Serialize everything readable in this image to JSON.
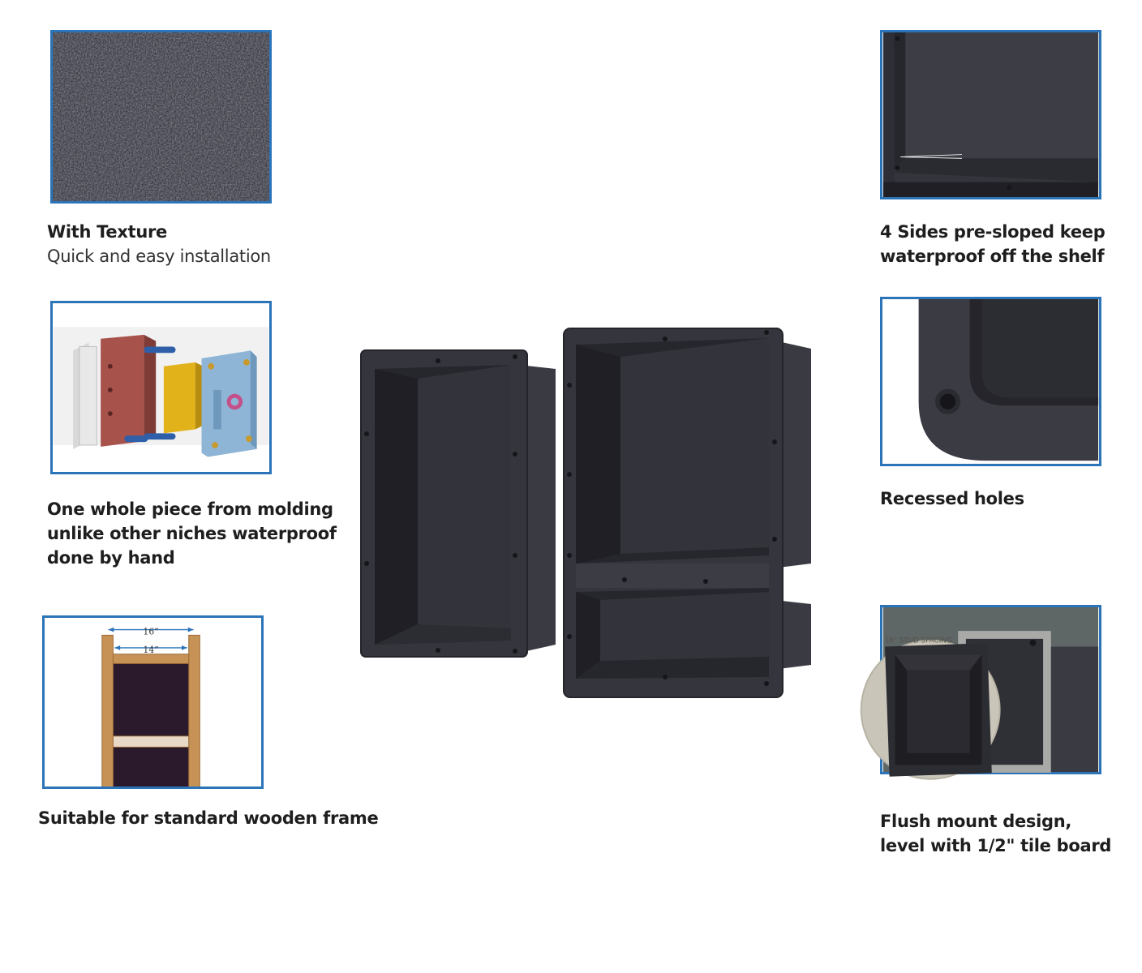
{
  "features": {
    "texture": {
      "title": "With Texture",
      "subtitle": "Quick and easy installation",
      "image_icon": "texture-swatch-icon"
    },
    "molding": {
      "line1": "One whole piece from molding",
      "line2": "unlike other niches waterproof",
      "line3": "done by hand",
      "image_icon": "mold-assembly-icon"
    },
    "frame": {
      "title": "Suitable for standard wooden frame",
      "dim_outer": "16”",
      "dim_inner": "14”",
      "image_icon": "wooden-frame-icon"
    },
    "sloped": {
      "line1": "4 Sides pre-sloped keep",
      "line2": "waterproof off the shelf",
      "image_icon": "sloped-corner-icon"
    },
    "holes": {
      "title": "Recessed holes",
      "image_icon": "recessed-hole-icon"
    },
    "flush": {
      "line1": "Flush mount design,",
      "line2": "level with 1/2\" tile board",
      "stud_label": "16\" STUD SPACING",
      "image_icon": "flush-mount-icon"
    }
  },
  "product": {
    "image_icon": "shower-niche-pair-icon"
  },
  "colors": {
    "frame_border": "#2b74b8",
    "niche": "#2f2f36",
    "text": "#1e1e1e"
  }
}
